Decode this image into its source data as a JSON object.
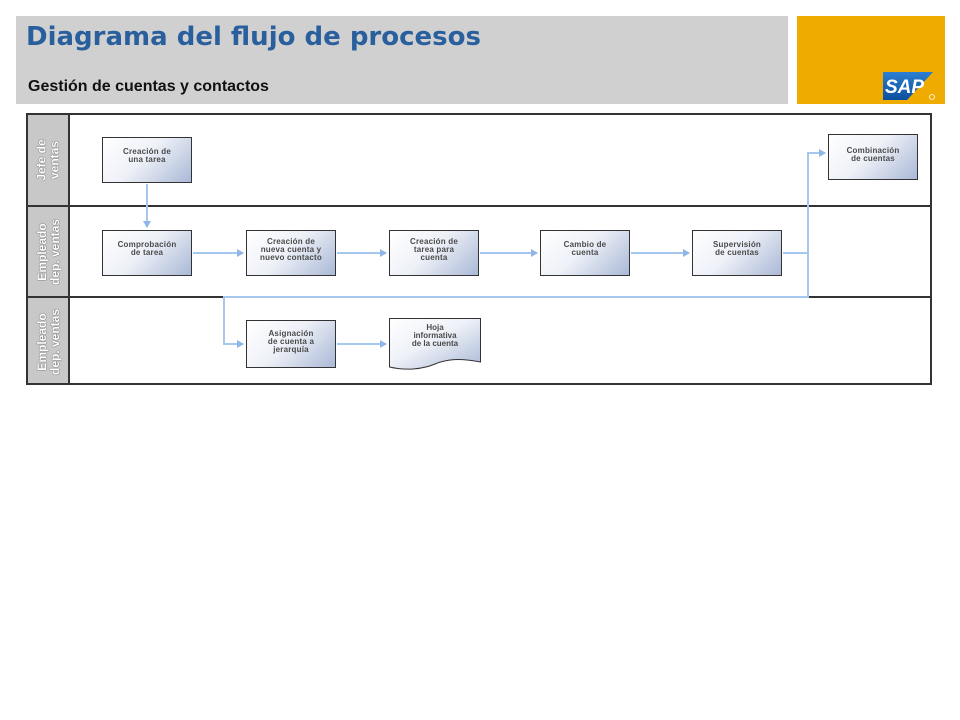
{
  "header": {
    "title": "Diagrama del flujo de procesos",
    "subtitle": "Gestión de cuentas y contactos"
  },
  "brand": {
    "logo_text": "SAP",
    "accent_color": "#f0ab00",
    "title_color": "#2a5f9e"
  },
  "lanes": [
    {
      "label": "Jefe de\nventas"
    },
    {
      "label": "Empleado\ndep. ventas"
    },
    {
      "label": "Empleado\ndep. ventas"
    }
  ],
  "nodes": {
    "creacion_tarea": "Creación de\nuna tarea",
    "combinacion": "Combinación\nde cuentas",
    "comprobacion": "Comprobación\nde tarea",
    "nueva_cuenta": "Creación de\nnueva cuenta y\nnuevo contacto",
    "tarea_cuenta": "Creación de\ntarea para\ncuenta",
    "cambio_cuenta": "Cambio de\ncuenta",
    "supervision": "Supervisión\nde cuentas",
    "asignacion": "Asignación\nde cuenta a\njerarquía",
    "hoja": "Hoja\ninformativa\nde la cuenta"
  },
  "connector_color": "#a6c8ee"
}
